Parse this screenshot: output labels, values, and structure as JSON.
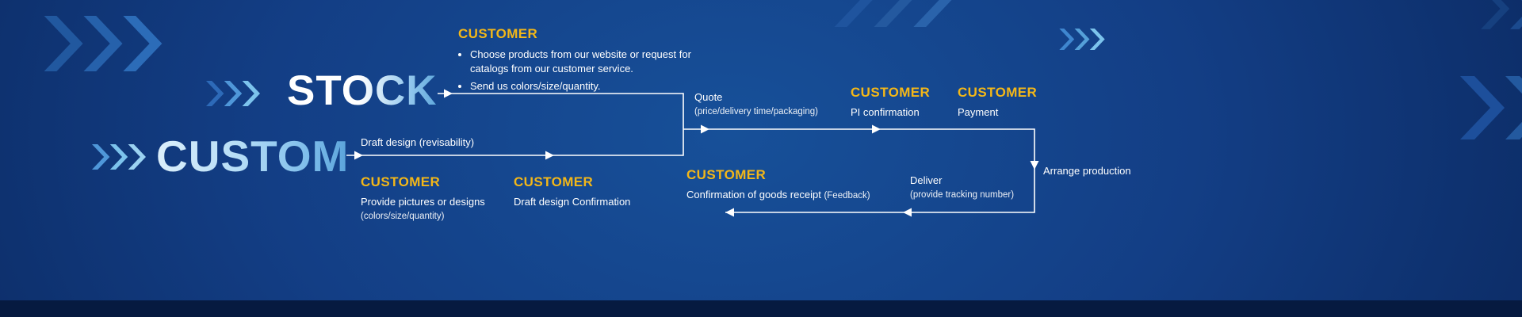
{
  "theme": {
    "background_blue_center": "#175099",
    "background_blue_edge": "#0a2356",
    "bottom_bar_blue": "#061a40",
    "accent_yellow": "#f3b718",
    "flow_line_color": "#ffffff",
    "chevron_light_blue": "#7cc3ec",
    "chevron_mid_blue": "#4f97d9",
    "chevron_dark_blue": "#235ba5"
  },
  "labels": {
    "stock": "STOCK",
    "custom": "CUSTOM"
  },
  "stock_flow": {
    "heading": "CUSTOMER",
    "bullets": [
      "Choose products from our website or request for catalogs from our customer service.",
      "Send us colors/size/quantity."
    ]
  },
  "custom_flow": {
    "draft_design": "Draft design (revisability)",
    "step1": {
      "heading": "CUSTOMER",
      "line1": "Provide pictures or designs",
      "line2": "(colors/size/quantity)"
    },
    "step2": {
      "heading": "CUSTOMER",
      "line1": "Draft design Confirmation"
    }
  },
  "shared_flow": {
    "quote": {
      "title": "Quote",
      "subtitle": "(price/delivery time/packaging)"
    },
    "pi_confirmation": {
      "heading": "CUSTOMER",
      "line1": "PI confirmation"
    },
    "payment": {
      "heading": "CUSTOMER",
      "line1": "Payment"
    },
    "arrange_production": "Arrange production",
    "deliver": {
      "title": "Deliver",
      "subtitle": "(provide tracking number)"
    },
    "goods_receipt": {
      "heading": "CUSTOMER",
      "line1": "Confirmation of goods receipt",
      "line2": "(Feedback)"
    }
  }
}
